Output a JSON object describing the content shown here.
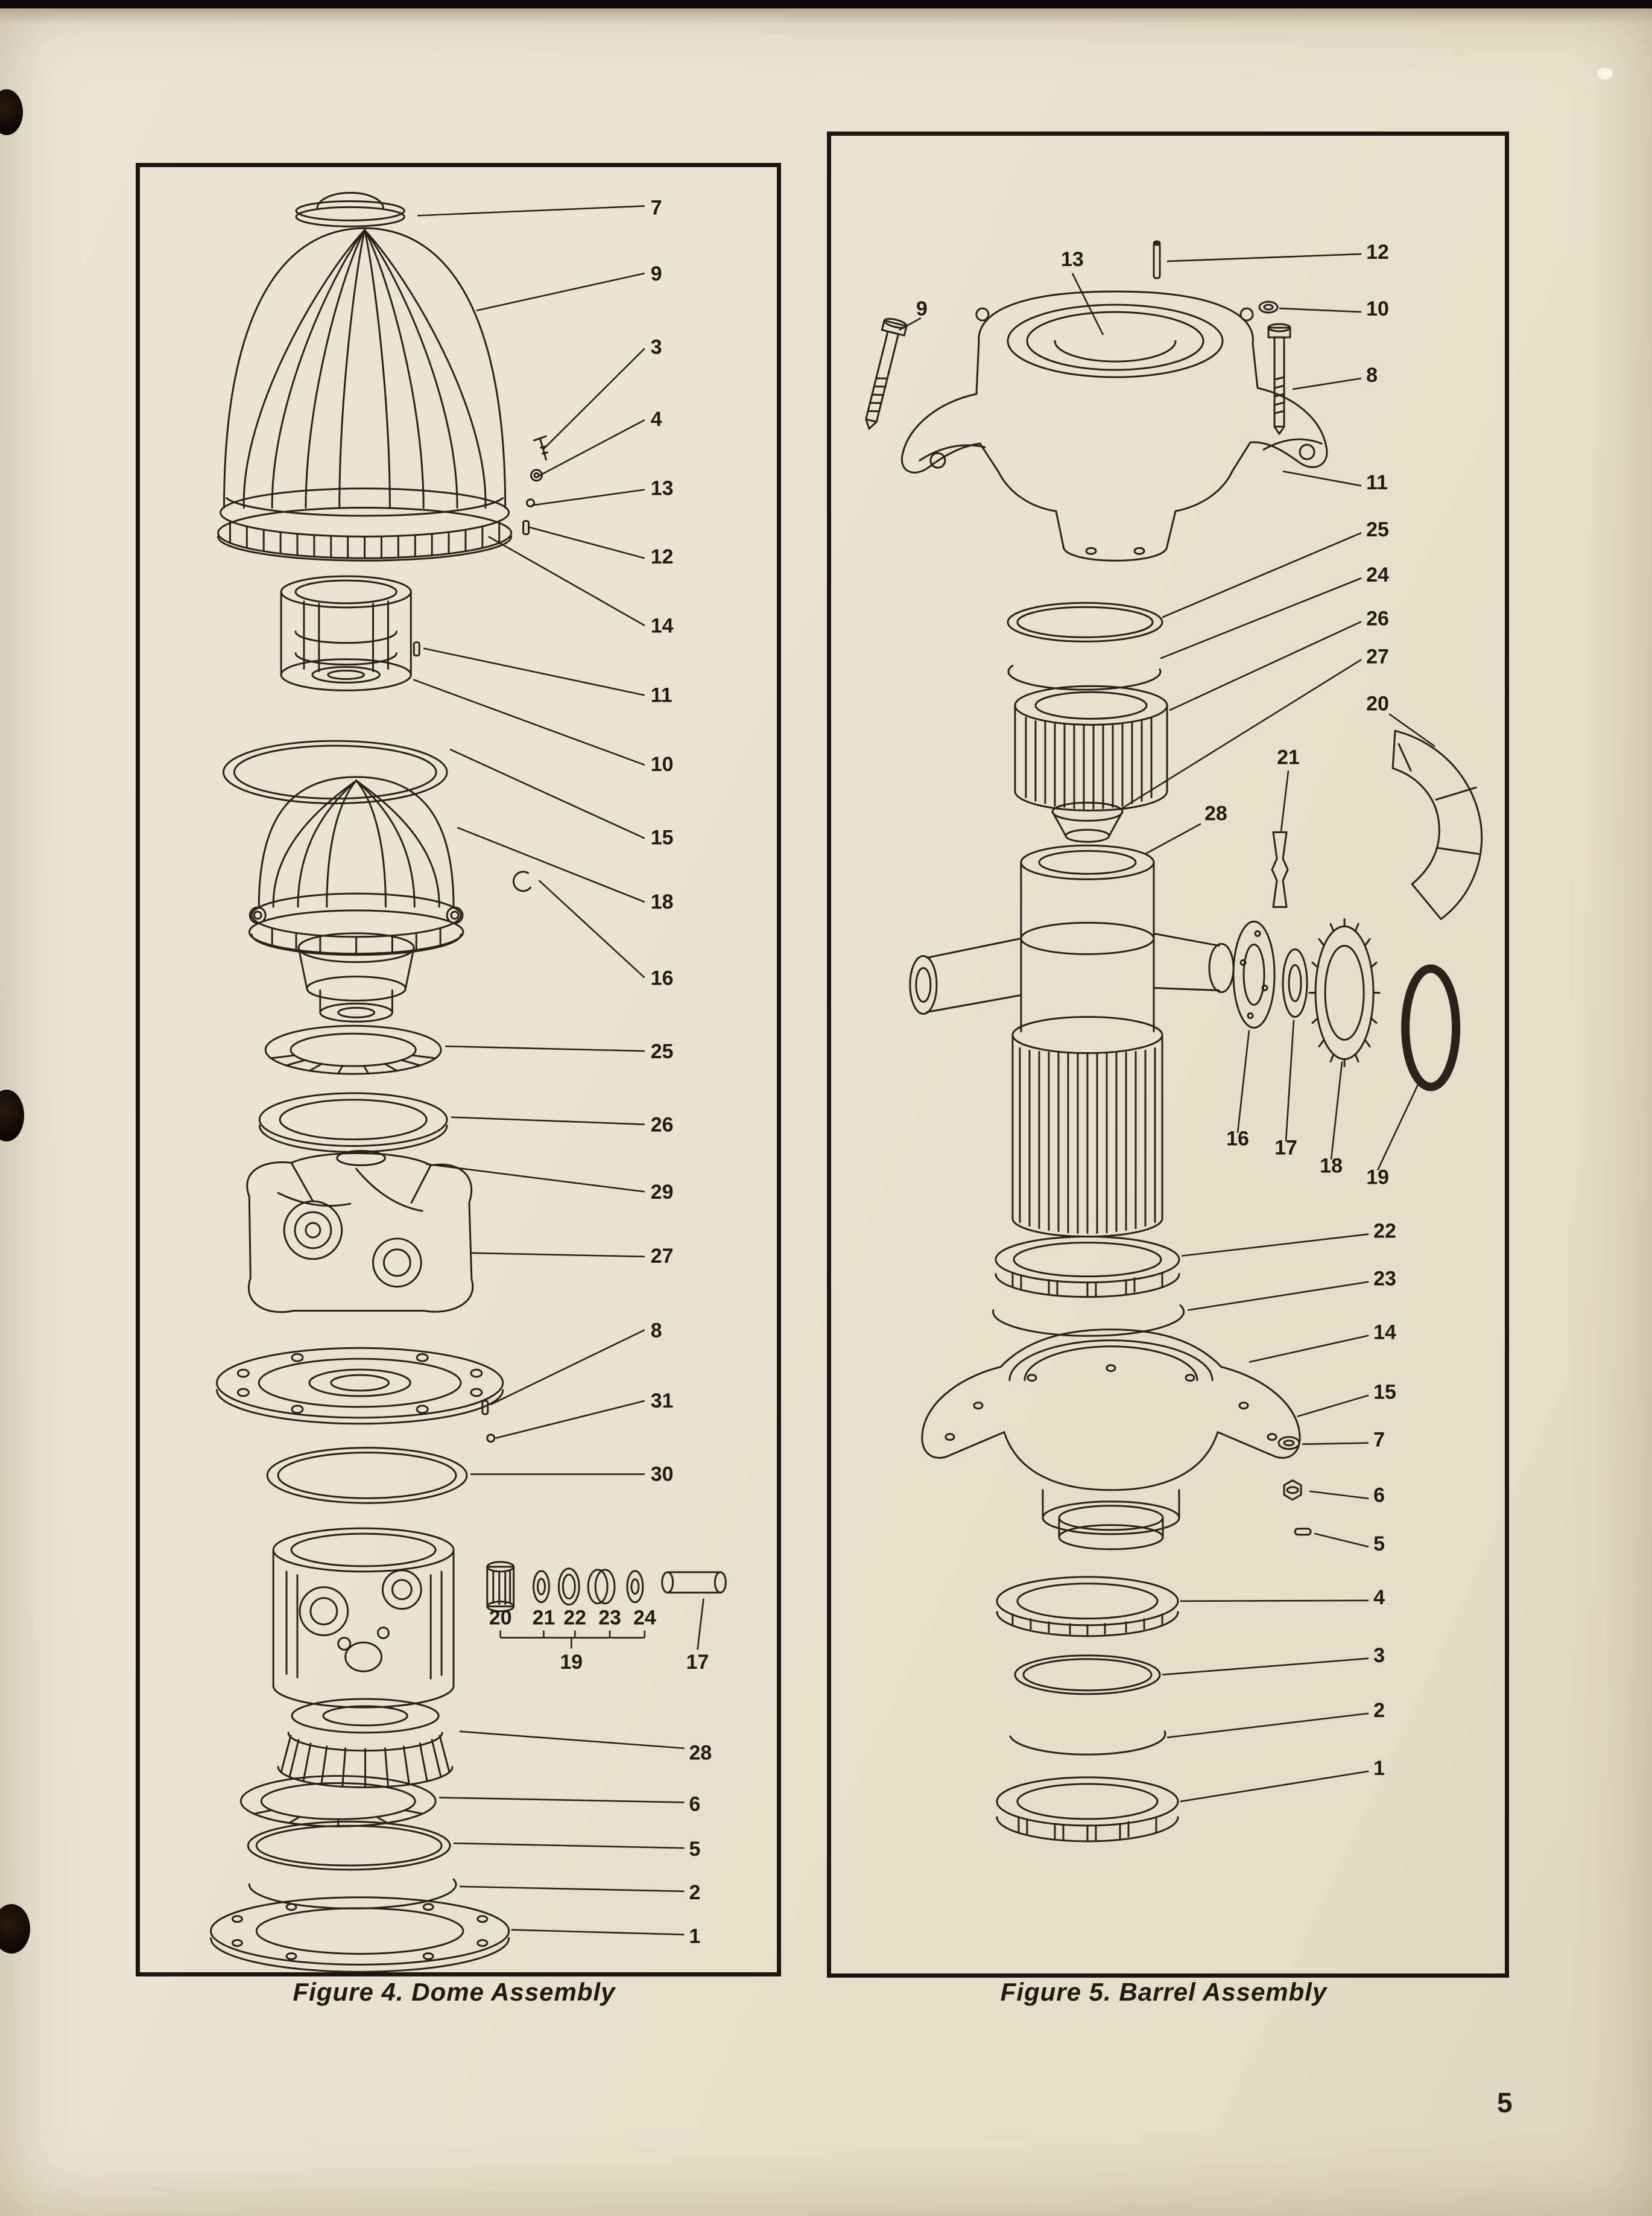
{
  "page": {
    "number": "5"
  },
  "colors": {
    "paper": "#eae3d0",
    "ink": "#28231b"
  },
  "figures": [
    {
      "id": "figure-4",
      "caption": "Figure 4. Dome Assembly",
      "callouts": [
        "7",
        "9",
        "3",
        "4",
        "13",
        "12",
        "14",
        "11",
        "10",
        "15",
        "18",
        "16",
        "25",
        "26",
        "29",
        "27",
        "8",
        "31",
        "30",
        "20",
        "21",
        "22",
        "23",
        "24",
        "19",
        "17",
        "28",
        "6",
        "5",
        "2",
        "1"
      ]
    },
    {
      "id": "figure-5",
      "caption": "Figure 5. Barrel Assembly",
      "callouts": [
        "13",
        "12",
        "10",
        "9",
        "8",
        "11",
        "25",
        "24",
        "26",
        "27",
        "20",
        "21",
        "28",
        "16",
        "17",
        "18",
        "19",
        "22",
        "23",
        "14",
        "15",
        "7",
        "6",
        "5",
        "4",
        "3",
        "2",
        "1"
      ]
    }
  ]
}
